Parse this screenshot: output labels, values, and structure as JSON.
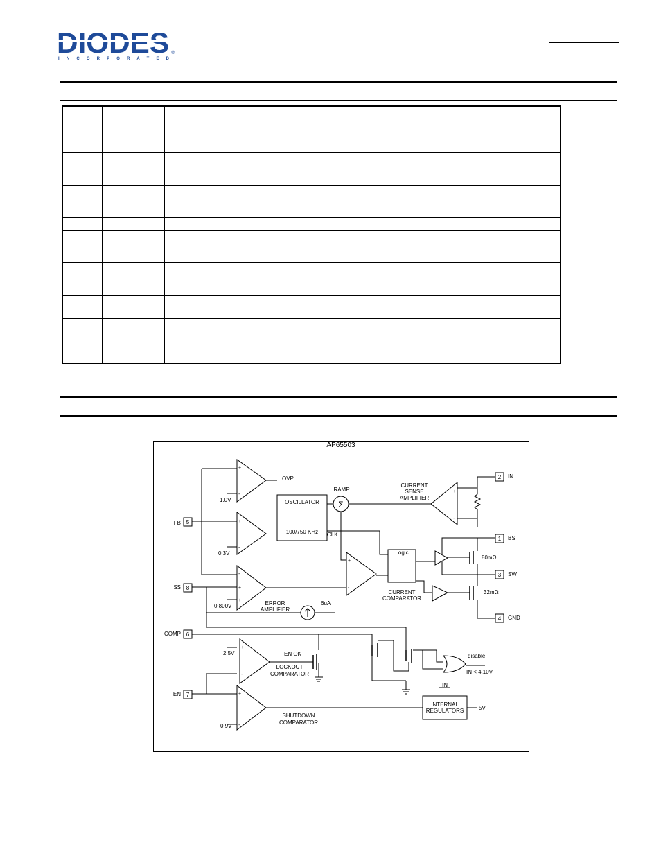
{
  "header": {
    "logo_text": "DIODES",
    "logo_subtext": "I N C O R P O R A T E D",
    "logo_registered": "®",
    "brand_color": "#1e4a99"
  },
  "pin_table": {
    "row_heights": [
      34,
      33,
      47,
      47,
      18,
      47,
      47,
      33,
      47,
      18
    ]
  },
  "block_diagram": {
    "title": "AP65503",
    "comparators": {
      "ovp": {
        "label": "OVP",
        "ref": "1.0V"
      },
      "fb_comp": {
        "ref": "0.3V"
      },
      "error_amp": {
        "label_line1": "ERROR",
        "label_line2": "AMPLIFIER",
        "ref": "0.800V"
      },
      "lockout": {
        "label_line1": "LOCKOUT",
        "label_line2": "COMPARATOR",
        "ref": "2.5V",
        "output": "EN OK"
      },
      "shutdown": {
        "label_line1": "SHUTDOWN",
        "label_line2": "COMPARATOR",
        "ref": "0.9V"
      },
      "current_sense": {
        "label_line1": "CURRENT",
        "label_line2": "SENSE",
        "label_line3": "AMPLIFIER"
      },
      "current_comp": {
        "label_line1": "CURRENT",
        "label_line2": "COMPARATOR"
      }
    },
    "oscillator": {
      "label": "OSCILLATOR",
      "freq": "100/750 KHz",
      "clk": "CLK"
    },
    "ramp": {
      "label": "RAMP",
      "symbol": "Σ"
    },
    "logic": {
      "label": "Logic"
    },
    "current_source": {
      "value": "6uA"
    },
    "fets": {
      "high_side": "80mΩ",
      "low_side": "32mΩ"
    },
    "regulators": {
      "line1": "INTERNAL",
      "line2": "REGULATORS",
      "input": "IN",
      "output": "5V"
    },
    "disable_gate": {
      "label": "disable",
      "condition": "IN < 4.10V"
    },
    "pins": [
      {
        "num": "2",
        "name": "IN"
      },
      {
        "num": "1",
        "name": "BS"
      },
      {
        "num": "3",
        "name": "SW"
      },
      {
        "num": "4",
        "name": "GND"
      },
      {
        "num": "5",
        "name": "FB"
      },
      {
        "num": "8",
        "name": "SS"
      },
      {
        "num": "6",
        "name": "COMP"
      },
      {
        "num": "7",
        "name": "EN"
      }
    ],
    "opamp_signs": {
      "plus": "+",
      "minus": "-"
    }
  }
}
